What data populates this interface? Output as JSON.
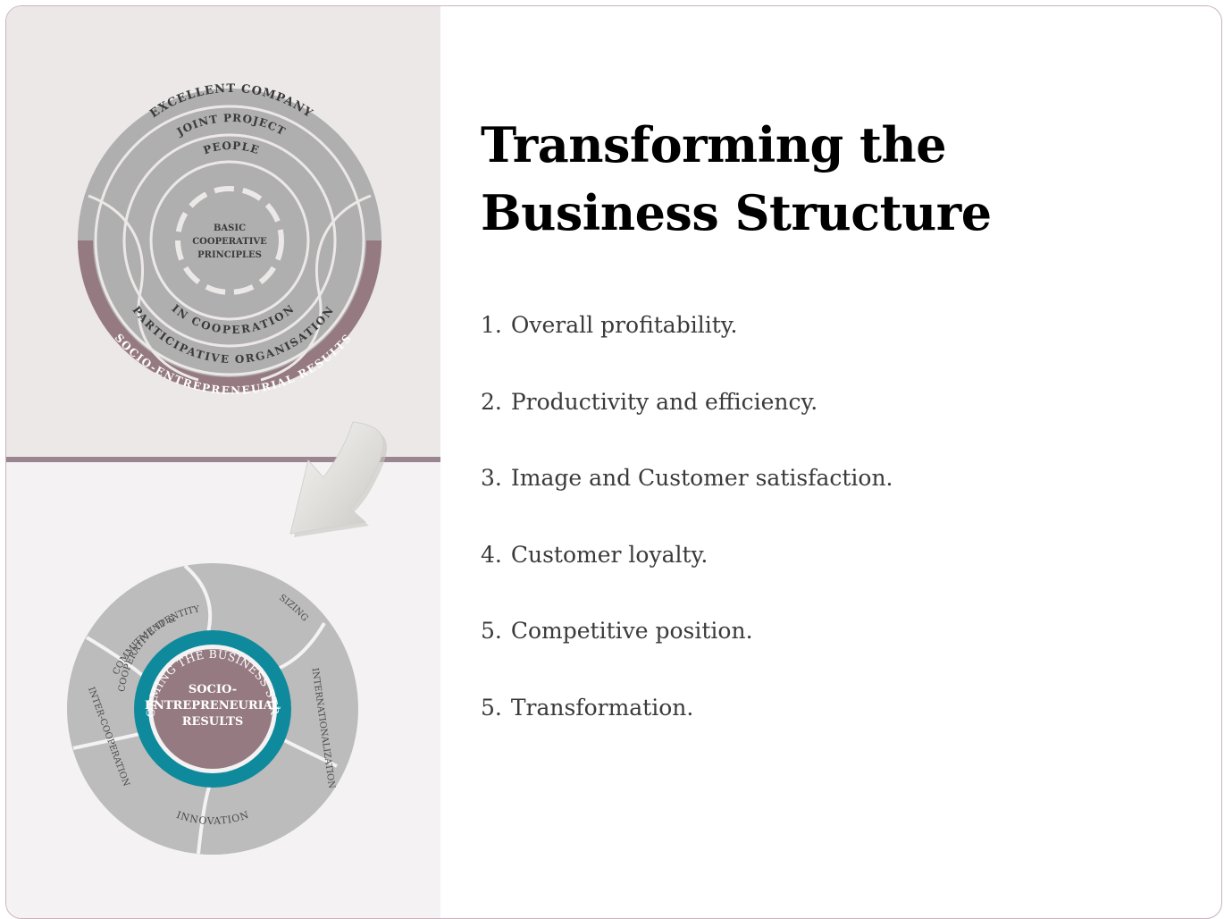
{
  "slide": {
    "title": "Transforming the Business Structure",
    "items": [
      {
        "num": "1.",
        "text": "Overall profitability."
      },
      {
        "num": "2.",
        "text": "Productivity and efficiency."
      },
      {
        "num": "3.",
        "text": "Image and Customer satisfaction."
      },
      {
        "num": "4.",
        "text": "Customer loyalty."
      },
      {
        "num": "5.",
        "text": "Competitive position."
      },
      {
        "num": "5.",
        "text": "Transformation."
      }
    ]
  },
  "top_diagram": {
    "excellent_company": "EXCELLENT COMPANY",
    "joint_project": "JOINT PROJECT",
    "people": "PEOPLE",
    "center_line1": "BASIC",
    "center_line2": "COOPERATIVE",
    "center_line3": "PRINCIPLES",
    "in_cooperation": "IN COOPERATION",
    "participative_organisation": "PARTICIPATIVE ORGANISATION",
    "socio_entrepreneurial_results": "SOCIO-ENTREPRENEURIAL RESULTS"
  },
  "bottom_diagram": {
    "commitment_line1": "COMMITMENT &",
    "commitment_line2": "COOPERATIVE IDENTITY",
    "sizing": "SIZING",
    "internationalization": "INTERNATIONALIZATION",
    "innovation": "INNOVATION",
    "inter_cooperation": "INTER-COOPERATION",
    "ring_label": "TRANSFORMING THE BUSINESS STRUCTURE",
    "center_line1": "SOCIO-",
    "center_line2": "ENTREPRENEURIAL",
    "center_line3": "RESULTS"
  },
  "colors": {
    "grey": "#b3b3b3",
    "mauve": "#957a82",
    "teal": "#0f8a9c",
    "divider": "#9a8690"
  }
}
